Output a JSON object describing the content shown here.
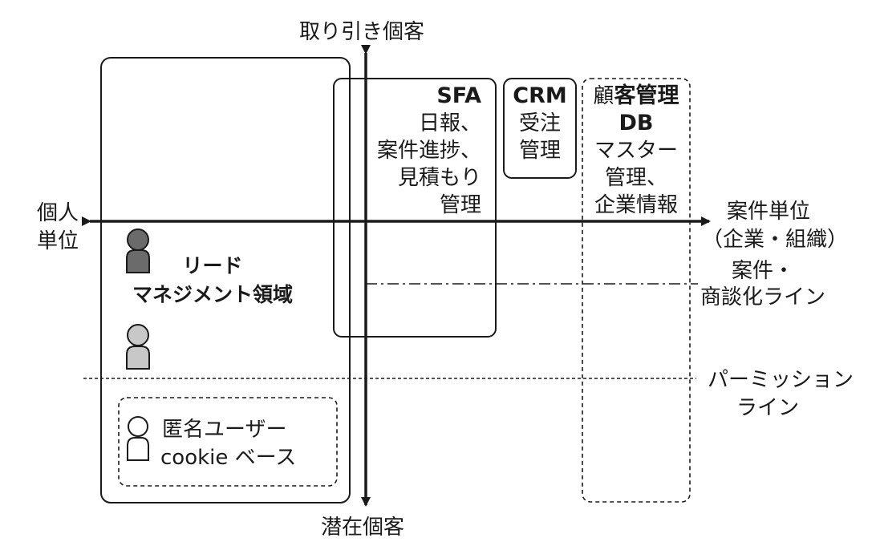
{
  "axes": {
    "top": "取り引き個客",
    "bottom": "潜在個客",
    "left_line1": "個人",
    "left_line2": "単位",
    "right_line1": "案件単位",
    "right_line2": "（企業・組織）"
  },
  "lines": {
    "deal_line1": "案件・",
    "deal_line2": "商談化ライン",
    "permission_line1": "パーミッション",
    "permission_line2": "ライン"
  },
  "lead_area": {
    "line1": "リード",
    "line2": "マネジメント領域"
  },
  "anonymous": {
    "line1": "匿名ユーザー",
    "line2": "cookie ベース"
  },
  "sfa": {
    "title": "SFA",
    "line1": "日報、",
    "line2": "案件進捗、",
    "line3": "見積もり",
    "line4": "管理"
  },
  "crm": {
    "title": "CRM",
    "line1": "受注",
    "line2": "管理"
  },
  "customer_db": {
    "title_light": "顧",
    "title_bold": "客管理",
    "title_line2": "DB",
    "line1": "マスター",
    "line2": "管理、",
    "line3": "企業情報"
  },
  "colors": {
    "line": "#1a1a1a",
    "person_dark": "#6b6b6b",
    "person_light": "#c8c8c8",
    "person_white": "#ffffff"
  }
}
